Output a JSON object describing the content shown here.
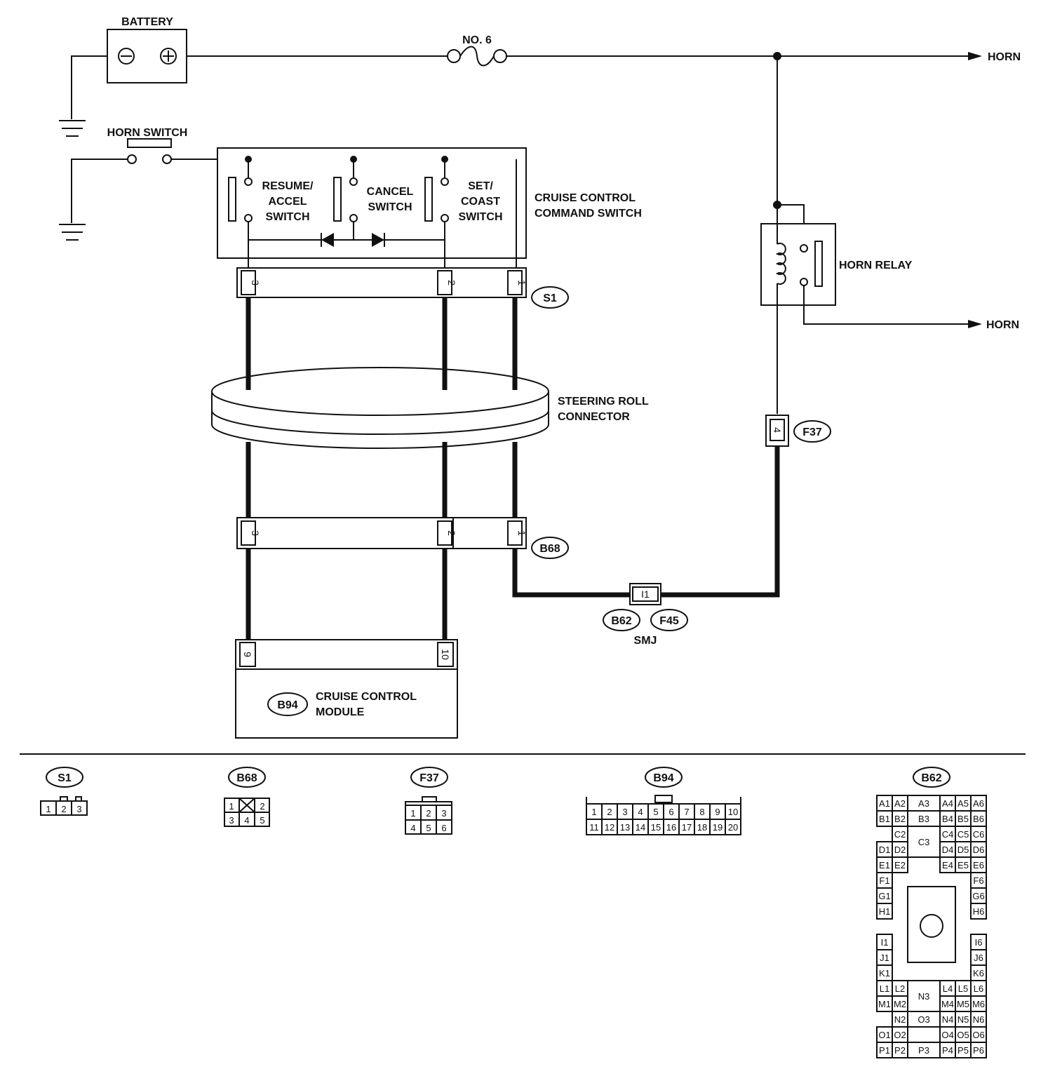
{
  "labels": {
    "battery": "BATTERY",
    "fuse": "NO. 6",
    "horn_top": "HORN",
    "horn_bottom": "HORN",
    "horn_switch": "HORN SWITCH",
    "resume_l1": "RESUME/",
    "resume_l2": "ACCEL",
    "resume_l3": "SWITCH",
    "cancel_l1": "CANCEL",
    "cancel_l2": "SWITCH",
    "set_l1": "SET/",
    "set_l2": "COAST",
    "set_l3": "SWITCH",
    "ccs_l1": "CRUISE CONTROL",
    "ccs_l2": "COMMAND SWITCH",
    "relay": "HORN RELAY",
    "roll_l1": "STEERING ROLL",
    "roll_l2": "CONNECTOR",
    "module_l1": "CRUISE CONTROL",
    "module_l2": "MODULE",
    "smj": "SMJ"
  },
  "connectors": {
    "s1": "S1",
    "b68": "B68",
    "f37": "F37",
    "b62": "B62",
    "f45": "F45",
    "b94": "B94",
    "i1": "I1"
  },
  "pins": {
    "s1": [
      "3",
      "2",
      "1"
    ],
    "b68": [
      "3",
      "2",
      "1"
    ],
    "f37": "4",
    "b94": [
      "9",
      "10"
    ]
  },
  "connector_faces": {
    "s1": [
      "1",
      "2",
      "3"
    ],
    "b68_row1": [
      "1",
      "2"
    ],
    "b68_row2": [
      "3",
      "4",
      "5"
    ],
    "f37_row1": [
      "1",
      "2",
      "3"
    ],
    "f37_row2": [
      "4",
      "5",
      "6"
    ],
    "b94_row1": [
      "1",
      "2",
      "3",
      "4",
      "5",
      "6",
      "7",
      "8",
      "9",
      "10"
    ],
    "b94_row2": [
      "11",
      "12",
      "13",
      "14",
      "15",
      "16",
      "17",
      "18",
      "19",
      "20"
    ],
    "b62": [
      "A1",
      "A2",
      "A3",
      "A4",
      "A5",
      "A6",
      "B1",
      "B2",
      "B3",
      "B4",
      "B5",
      "B6",
      "C2",
      "C3",
      "C4",
      "C5",
      "C6",
      "D1",
      "D2",
      "D4",
      "D5",
      "D6",
      "E1",
      "E2",
      "E4",
      "E5",
      "E6",
      "F1",
      "F6",
      "G1",
      "G6",
      "H1",
      "H6",
      "I1",
      "I6",
      "J1",
      "J6",
      "K1",
      "K6",
      "L1",
      "L2",
      "N3",
      "L4",
      "L5",
      "L6",
      "M1",
      "M2",
      "M4",
      "M5",
      "M6",
      "N2",
      "O3",
      "N4",
      "N5",
      "N6",
      "O1",
      "O2",
      "O4",
      "O5",
      "O6",
      "P1",
      "P2",
      "P3",
      "P4",
      "P5",
      "P6"
    ]
  }
}
